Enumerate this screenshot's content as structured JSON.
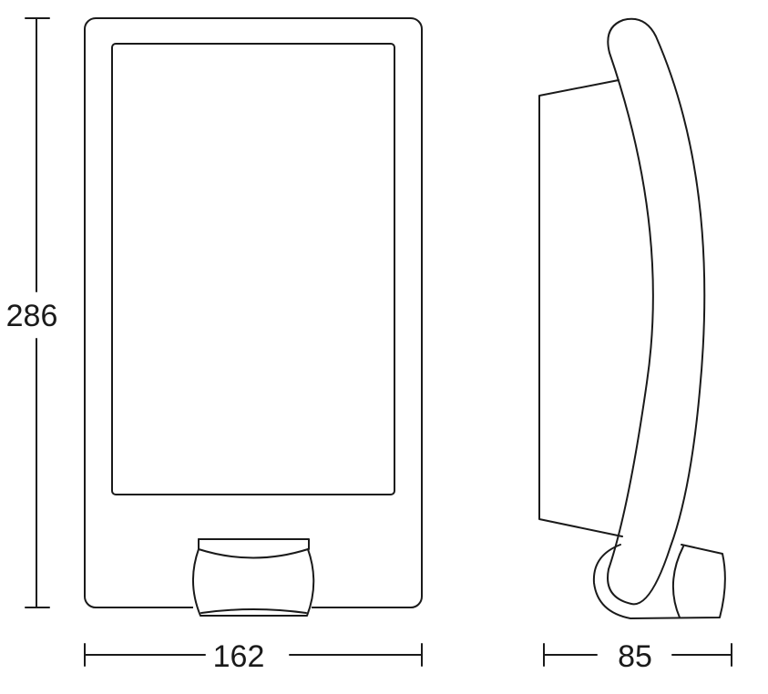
{
  "dimensions": {
    "height": "286",
    "width": "162",
    "depth": "85"
  },
  "colors": {
    "line": "#1a1a1a",
    "background": "#ffffff"
  }
}
